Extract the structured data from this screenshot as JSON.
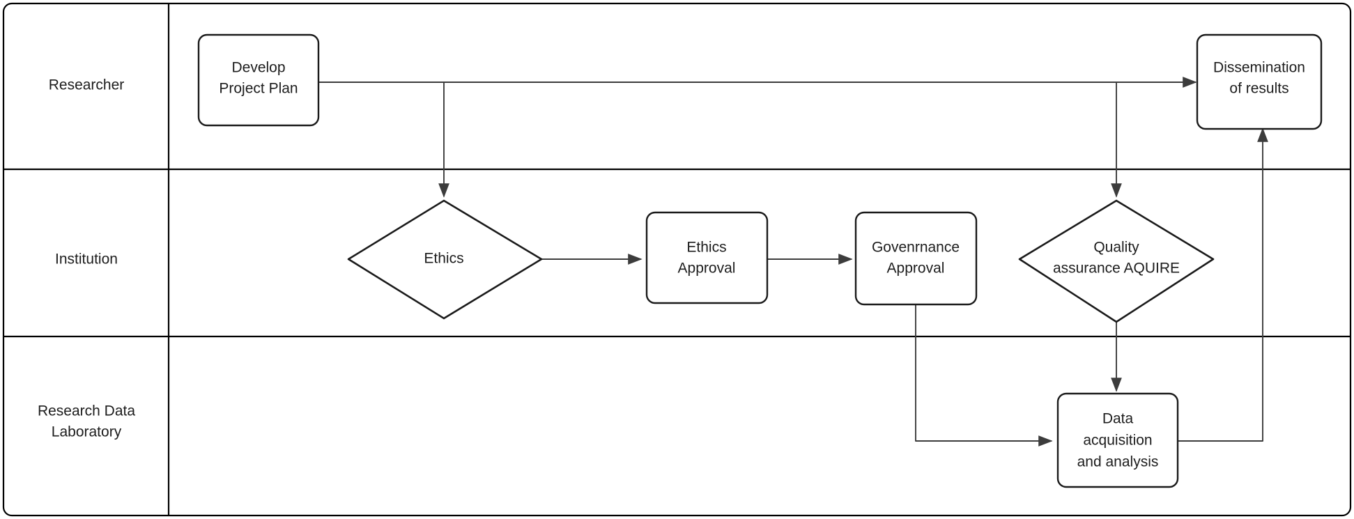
{
  "diagram": {
    "title": "Research data lifecycle swimlane flowchart",
    "type": "swimlane-flowchart",
    "background_color": "#ffffff",
    "line_color": "#3c3c3c",
    "border_color": "#1a1a1a",
    "text_color": "#1d1d1d"
  },
  "lanes": [
    {
      "id": "researcher",
      "label": "Researcher"
    },
    {
      "id": "institution",
      "label": "Institution"
    },
    {
      "id": "lab",
      "label_line1": "Research Data",
      "label_line2": "Laboratory"
    }
  ],
  "nodes": {
    "develop_project_plan": {
      "line1": "Develop",
      "line2": "Project Plan",
      "shape": "rounded-rect",
      "lane": "researcher"
    },
    "dissemination": {
      "line1": "Dissemination",
      "line2": "of results",
      "shape": "rounded-rect",
      "lane": "researcher"
    },
    "ethics": {
      "line1": "Ethics",
      "shape": "diamond",
      "lane": "institution"
    },
    "ethics_approval": {
      "line1": "Ethics",
      "line2": "Approval",
      "shape": "rounded-rect",
      "lane": "institution"
    },
    "governance_approval": {
      "line1": "Govenrnance",
      "line2": "Approval",
      "shape": "rounded-rect",
      "lane": "institution"
    },
    "quality_assurance": {
      "line1": "Quality",
      "line2": "assurance AQUIRE",
      "shape": "diamond",
      "lane": "institution"
    },
    "data_acquisition": {
      "line1": "Data",
      "line2": "acquisition",
      "line3": "and analysis",
      "shape": "rounded-rect",
      "lane": "lab"
    }
  },
  "edges": [
    {
      "from": "develop_project_plan",
      "to": "dissemination"
    },
    {
      "from": "develop_project_plan",
      "to": "ethics"
    },
    {
      "from": "ethics",
      "to": "ethics_approval"
    },
    {
      "from": "ethics_approval",
      "to": "governance_approval"
    },
    {
      "from": "governance_approval",
      "to": "data_acquisition"
    },
    {
      "from": "quality_assurance",
      "to": "data_acquisition"
    },
    {
      "from": "data_acquisition",
      "to": "dissemination"
    }
  ]
}
